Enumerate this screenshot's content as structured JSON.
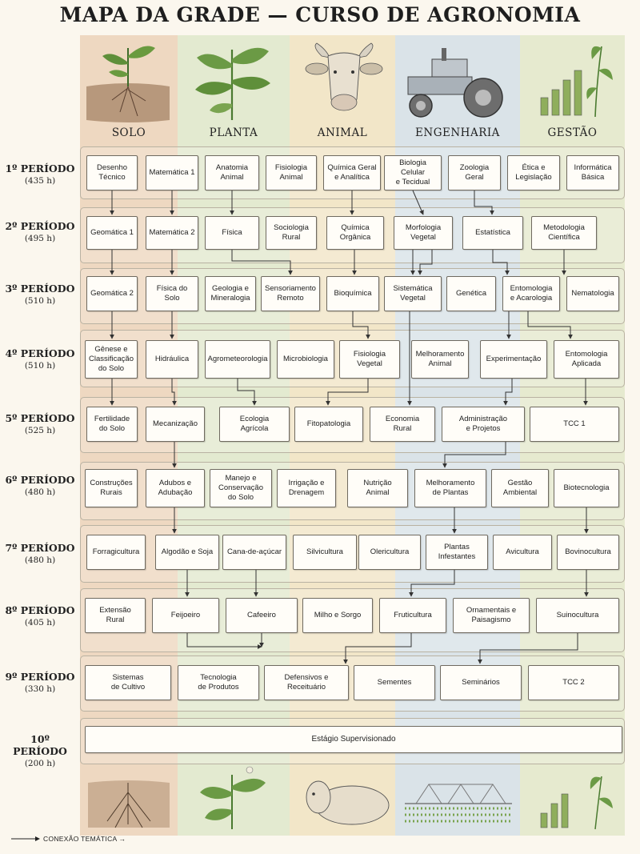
{
  "title": "MAPA DA GRADE — CURSO DE AGRONOMIA",
  "columns": [
    {
      "label": "SOLO",
      "color": "#e9cdb2"
    },
    {
      "label": "PLANTA",
      "color": "#dbe5c6"
    },
    {
      "label": "ANIMAL",
      "color": "#efe0bb"
    },
    {
      "label": "ENGENHARIA",
      "color": "#cfdce6"
    },
    {
      "label": "GESTÃO",
      "color": "#dfe6c4"
    }
  ],
  "periods": [
    {
      "label": "1º PERÍODO",
      "hours": "(435 h)"
    },
    {
      "label": "2º PERÍODO",
      "hours": "(495 h)"
    },
    {
      "label": "3º PERÍODO",
      "hours": "(510 h)"
    },
    {
      "label": "4º PERÍODO",
      "hours": "(510 h)"
    },
    {
      "label": "5º PERÍODO",
      "hours": "(525 h)"
    },
    {
      "label": "6º PERÍODO",
      "hours": "(480 h)"
    },
    {
      "label": "7º PERÍODO",
      "hours": "(480 h)"
    },
    {
      "label": "8º PERÍODO",
      "hours": "(405 h)"
    },
    {
      "label": "9º PERÍODO",
      "hours": "(330 h)"
    },
    {
      "label": "10º PERÍODO",
      "hours": "(200 h)"
    }
  ],
  "courses": {
    "p1": [
      "Desenho\nTécnico",
      "Matemática 1",
      "Anatomia\nAnimal",
      "Fisiologia\nAnimal",
      "Química Geral\ne Analítica",
      "Biologia Celular\ne Tecidual",
      "Zoologia\nGeral",
      "Ética e\nLegislação",
      "Informática\nBásica"
    ],
    "p2": [
      "Geomática 1",
      "Matemática 2",
      "Física",
      "Sociologia\nRural",
      "Química\nOrgânica",
      "Morfologia\nVegetal",
      "Estatística",
      "Metodologia\nCientífica"
    ],
    "p3": [
      "Geomática 2",
      "Física do Solo",
      "Geologia e\nMineralogia",
      "Sensoriamento\nRemoto",
      "Bioquímica",
      "Sistemática\nVegetal",
      "Genética",
      "Entomologia\ne Acarologia",
      "Nematologia"
    ],
    "p4": [
      "Gênese e\nClassificação\ndo Solo",
      "Hidráulica",
      "Agrometeorologia",
      "Microbiologia",
      "Fisiologia\nVegetal",
      "Melhoramento\nAnimal",
      "Experimentação",
      "Entomologia\nAplicada"
    ],
    "p5": [
      "Fertilidade\ndo Solo",
      "Mecanização",
      "Ecologia\nAgrícola",
      "Fitopatologia",
      "Economia\nRural",
      "Administração\ne Projetos",
      "TCC 1"
    ],
    "p6": [
      "Construções\nRurais",
      "Adubos e\nAdubação",
      "Manejo e\nConservação\ndo Solo",
      "Irrigação e\nDrenagem",
      "Nutrição\nAnimal",
      "Melhoramento\nde Plantas",
      "Gestão\nAmbiental",
      "Biotecnologia"
    ],
    "p7": [
      "Forragicultura",
      "Algodão e Soja",
      "Cana-de-açúcar",
      "Silvicultura",
      "Olericultura",
      "Plantas\nInfestantes",
      "Avicultura",
      "Bovinocultura"
    ],
    "p8": [
      "Extensão\nRural",
      "Feijoeiro",
      "Cafeeiro",
      "Milho e Sorgo",
      "Fruticultura",
      "Ornamentais e\nPaisagismo",
      "Suinocultura"
    ],
    "p9": [
      "Sistemas\nde Cultivo",
      "Tecnologia\nde Produtos",
      "Defensivos e\nReceituário",
      "Sementes",
      "Seminários",
      "TCC 2"
    ],
    "p10": [
      "Estágio Supervisionado"
    ]
  },
  "legend": "CONEXÃO TEMÁTICA →"
}
